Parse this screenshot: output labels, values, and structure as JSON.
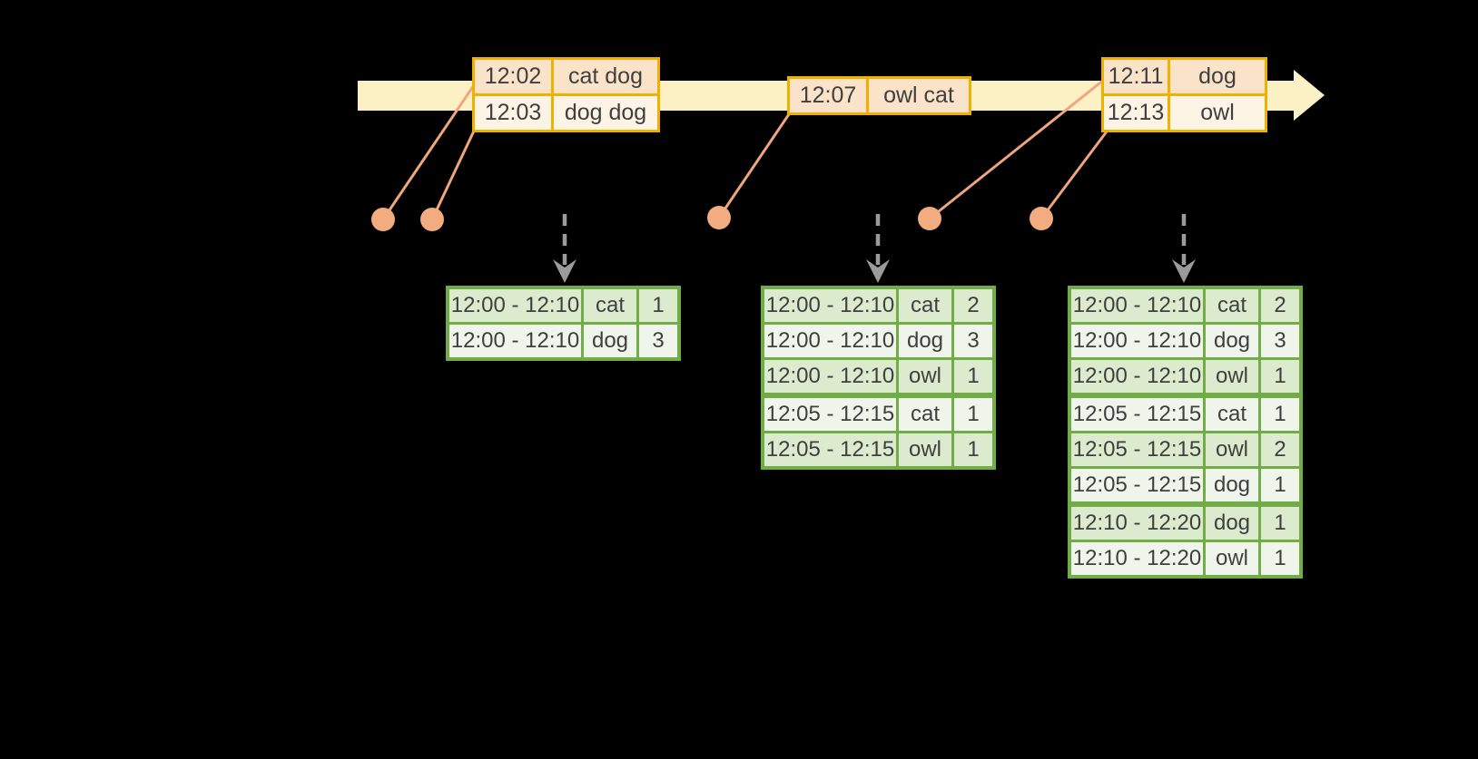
{
  "colors": {
    "background": "#000000",
    "timeline_fill": "#FCF0C5",
    "event_border": "#F0B000",
    "event_row_dark": "#FAE3C8",
    "event_row_light": "#FDF4E6",
    "connector_line": "#EFA67D",
    "event_dot": "#F2AC80",
    "dashed_arrow": "#9B9B9B",
    "result_border": "#70AD47",
    "result_row_dark": "#DCEACE",
    "result_row_light": "#EFF5EA",
    "text": "#3F3F3F"
  },
  "event_tables": [
    {
      "rows": [
        {
          "time": "12:02",
          "words": "cat dog"
        },
        {
          "time": "12:03",
          "words": "dog dog"
        }
      ]
    },
    {
      "rows": [
        {
          "time": "12:07",
          "words": "owl cat"
        }
      ]
    },
    {
      "rows": [
        {
          "time": "12:11",
          "words": "dog"
        },
        {
          "time": "12:13",
          "words": "owl"
        }
      ]
    }
  ],
  "result_tables": [
    {
      "rows": [
        {
          "window": "12:00 - 12:10",
          "word": "cat",
          "count": "1"
        },
        {
          "window": "12:00 - 12:10",
          "word": "dog",
          "count": "3"
        }
      ]
    },
    {
      "rows": [
        {
          "window": "12:00 - 12:10",
          "word": "cat",
          "count": "2"
        },
        {
          "window": "12:00 - 12:10",
          "word": "dog",
          "count": "3"
        },
        {
          "window": "12:00 - 12:10",
          "word": "owl",
          "count": "1"
        },
        {
          "window": "12:05 - 12:15",
          "word": "cat",
          "count": "1"
        },
        {
          "window": "12:05 - 12:15",
          "word": "owl",
          "count": "1"
        }
      ]
    },
    {
      "rows": [
        {
          "window": "12:00 - 12:10",
          "word": "cat",
          "count": "2"
        },
        {
          "window": "12:00 - 12:10",
          "word": "dog",
          "count": "3"
        },
        {
          "window": "12:00 - 12:10",
          "word": "owl",
          "count": "1"
        },
        {
          "window": "12:05 - 12:15",
          "word": "cat",
          "count": "1"
        },
        {
          "window": "12:05 - 12:15",
          "word": "owl",
          "count": "2"
        },
        {
          "window": "12:05 - 12:15",
          "word": "dog",
          "count": "1"
        },
        {
          "window": "12:10 - 12:20",
          "word": "dog",
          "count": "1"
        },
        {
          "window": "12:10 - 12:20",
          "word": "owl",
          "count": "1"
        }
      ]
    }
  ]
}
